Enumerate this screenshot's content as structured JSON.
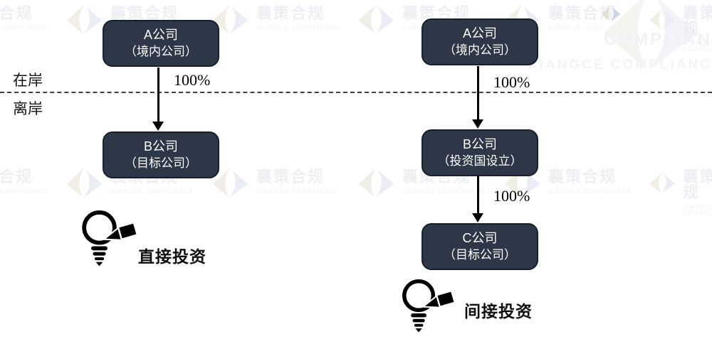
{
  "brand": {
    "name": "襄策合规",
    "caption": "XIANGCE COMPLIANCE",
    "ghost_word": "COMPLIANCE"
  },
  "zones": {
    "onshore": "在岸",
    "offshore": "离岸"
  },
  "left_flow": {
    "label": "直接投资",
    "nodes": [
      {
        "title": "A公司",
        "subtitle": "（境内公司）"
      },
      {
        "title": "B公司",
        "subtitle": "（目标公司）"
      }
    ],
    "edges": [
      {
        "label": "100%"
      }
    ]
  },
  "right_flow": {
    "label": "间接投资",
    "nodes": [
      {
        "title": "A公司",
        "subtitle": "（境内公司）"
      },
      {
        "title": "B公司",
        "subtitle": "（投资国设立）"
      },
      {
        "title": "C公司",
        "subtitle": "（目标公司）"
      }
    ],
    "edges": [
      {
        "label": "100%"
      },
      {
        "label": "100%"
      }
    ]
  },
  "colors": {
    "node_bg": "#2d3748",
    "node_border": "#161f2c",
    "node_text": "#ffffff",
    "line": "#000000",
    "watermark": "#edeff3"
  }
}
